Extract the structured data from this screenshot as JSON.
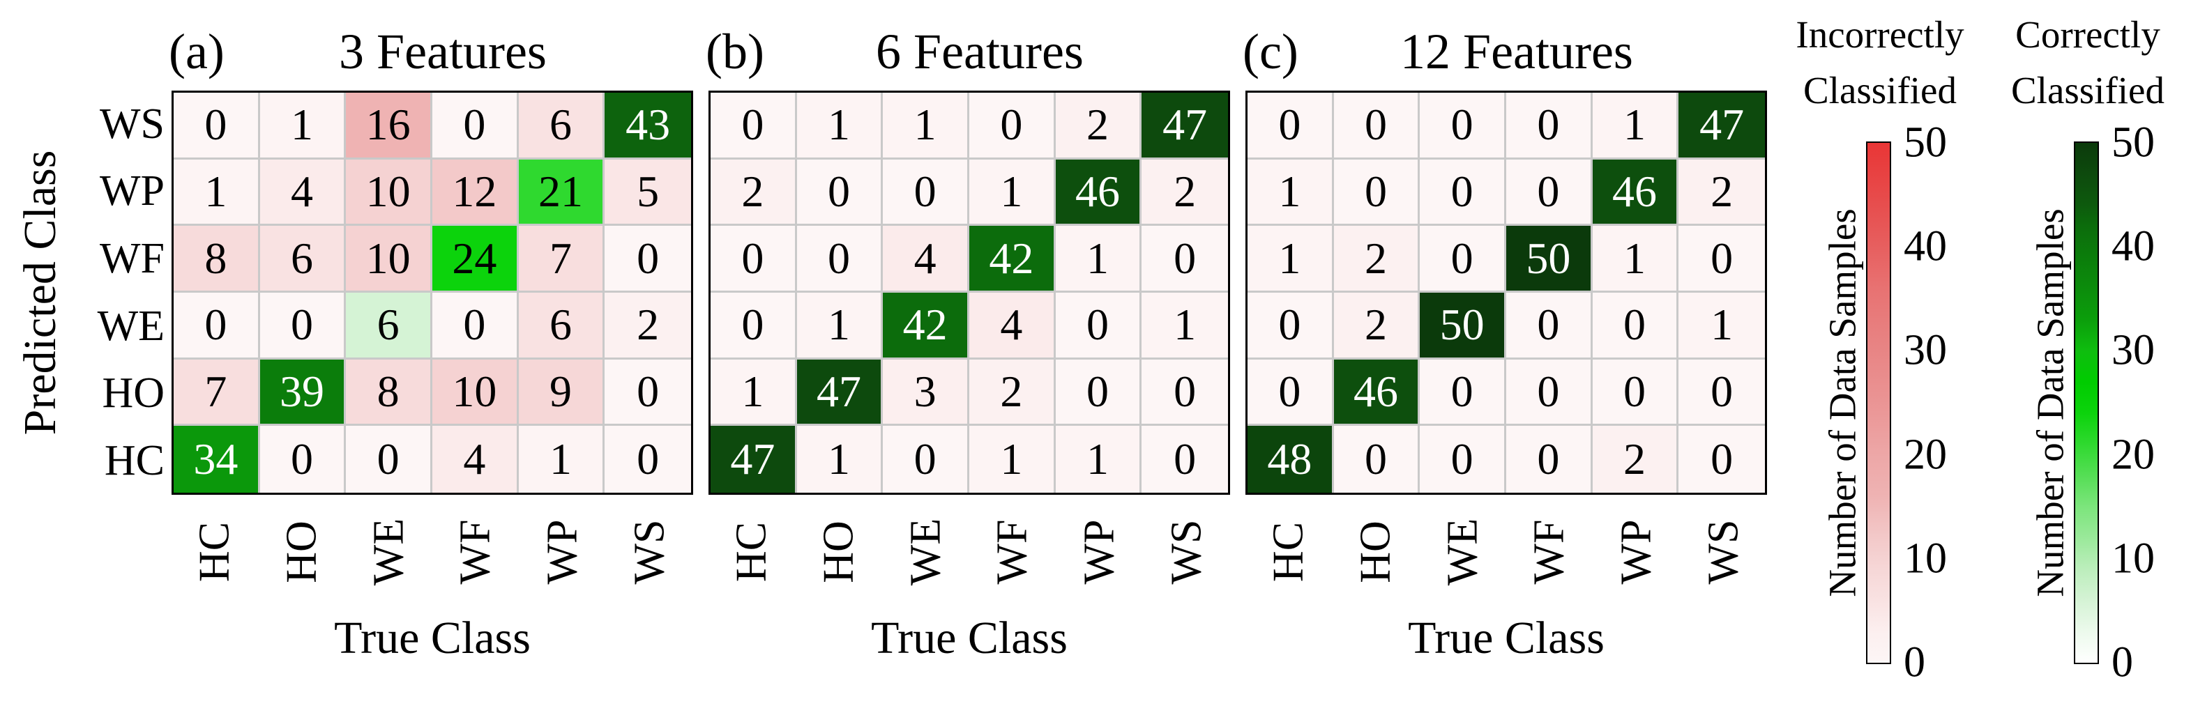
{
  "figure": {
    "y_axis_label": "Predicted Class",
    "x_axis_label": "True Class",
    "row_labels": [
      "WS",
      "WP",
      "WF",
      "WE",
      "HO",
      "HC"
    ],
    "col_labels": [
      "HC",
      "HO",
      "WE",
      "WF",
      "WP",
      "WS"
    ],
    "panels": [
      {
        "tag": "(a)",
        "title": "3 Features",
        "rows": [
          [
            0,
            1,
            16,
            0,
            6,
            43
          ],
          [
            1,
            4,
            10,
            12,
            21,
            5
          ],
          [
            8,
            6,
            10,
            24,
            7,
            0
          ],
          [
            0,
            0,
            6,
            0,
            6,
            2
          ],
          [
            7,
            39,
            8,
            10,
            9,
            0
          ],
          [
            34,
            0,
            0,
            4,
            1,
            0
          ]
        ]
      },
      {
        "tag": "(b)",
        "title": "6 Features",
        "rows": [
          [
            0,
            1,
            1,
            0,
            2,
            47
          ],
          [
            2,
            0,
            0,
            1,
            46,
            2
          ],
          [
            0,
            0,
            4,
            42,
            1,
            0
          ],
          [
            0,
            1,
            42,
            4,
            0,
            1
          ],
          [
            1,
            47,
            3,
            2,
            0,
            0
          ],
          [
            47,
            1,
            0,
            1,
            1,
            0
          ]
        ]
      },
      {
        "tag": "(c)",
        "title": "12 Features",
        "rows": [
          [
            0,
            0,
            0,
            0,
            1,
            47
          ],
          [
            1,
            0,
            0,
            0,
            46,
            2
          ],
          [
            1,
            2,
            0,
            50,
            1,
            0
          ],
          [
            0,
            2,
            50,
            0,
            0,
            1
          ],
          [
            0,
            46,
            0,
            0,
            0,
            0
          ],
          [
            48,
            0,
            0,
            0,
            2,
            0
          ]
        ]
      }
    ],
    "colorbars": [
      {
        "id": "incorrect",
        "title_lines": [
          "Incorrectly",
          "Classified"
        ],
        "axis_label": "Number of Data Samples",
        "ticks": [
          50,
          40,
          30,
          20,
          10,
          0
        ],
        "min": 0,
        "max": 50,
        "colormap": "red"
      },
      {
        "id": "correct",
        "title_lines": [
          "Correctly",
          "Classified"
        ],
        "axis_label": "Number of Data Samples",
        "ticks": [
          50,
          40,
          30,
          20,
          10,
          0
        ],
        "min": 0,
        "max": 50,
        "colormap": "green"
      }
    ]
  },
  "colors": {
    "grid_line": "#c9c9c9",
    "matrix_border": "#000000",
    "white_text_min_value": 34,
    "red_stops": [
      [
        0,
        "#fdf6f6"
      ],
      [
        3,
        "#fcefef"
      ],
      [
        6,
        "#f9e2e2"
      ],
      [
        9,
        "#f6d7d7"
      ],
      [
        12,
        "#f3c9c9"
      ],
      [
        16,
        "#efb3b3"
      ],
      [
        20,
        "#eda7a7"
      ],
      [
        24,
        "#eb9898"
      ],
      [
        28,
        "#e98b8b"
      ],
      [
        32,
        "#e87f7f"
      ],
      [
        36,
        "#e87272"
      ],
      [
        40,
        "#e75f5f"
      ],
      [
        44,
        "#e74e4e"
      ],
      [
        47,
        "#e84242"
      ],
      [
        50,
        "#e93636"
      ]
    ],
    "green_stops": [
      [
        0,
        "#ffffff"
      ],
      [
        3,
        "#ecfaec"
      ],
      [
        6,
        "#d5f3d5"
      ],
      [
        9,
        "#bceebc"
      ],
      [
        12,
        "#9ae99a"
      ],
      [
        15,
        "#7ce57c"
      ],
      [
        18,
        "#55de55"
      ],
      [
        21,
        "#2fd92f"
      ],
      [
        24,
        "#0cd30c"
      ],
      [
        27,
        "#00cc00"
      ],
      [
        30,
        "#0fbd0f"
      ],
      [
        33,
        "#0b9e0b"
      ],
      [
        36,
        "#0c8c0c"
      ],
      [
        39,
        "#0b7d0b"
      ],
      [
        42,
        "#0c6c0c"
      ],
      [
        44,
        "#0d5a0d"
      ],
      [
        47,
        "#0d4a0d"
      ],
      [
        50,
        "#0b3a0b"
      ]
    ]
  },
  "chart_data": [
    {
      "type": "heatmap",
      "panel": "(a)",
      "title": "3 Features",
      "xlabel": "True Class",
      "ylabel": "Predicted Class",
      "x": [
        "HC",
        "HO",
        "WE",
        "WF",
        "WP",
        "WS"
      ],
      "y": [
        "WS",
        "WP",
        "WF",
        "WE",
        "HO",
        "HC"
      ],
      "values": [
        [
          0,
          1,
          16,
          0,
          6,
          43
        ],
        [
          1,
          4,
          10,
          12,
          21,
          5
        ],
        [
          8,
          6,
          10,
          24,
          7,
          0
        ],
        [
          0,
          0,
          6,
          0,
          6,
          2
        ],
        [
          7,
          39,
          8,
          10,
          9,
          0
        ],
        [
          34,
          0,
          0,
          4,
          1,
          0
        ]
      ],
      "zlim": [
        0,
        50
      ],
      "note": "diagonal (correct) cells use green scale, off-diagonal (incorrect) use red scale"
    },
    {
      "type": "heatmap",
      "panel": "(b)",
      "title": "6 Features",
      "xlabel": "True Class",
      "ylabel": "Predicted Class",
      "x": [
        "HC",
        "HO",
        "WE",
        "WF",
        "WP",
        "WS"
      ],
      "y": [
        "WS",
        "WP",
        "WF",
        "WE",
        "HO",
        "HC"
      ],
      "values": [
        [
          0,
          1,
          1,
          0,
          2,
          47
        ],
        [
          2,
          0,
          0,
          1,
          46,
          2
        ],
        [
          0,
          0,
          4,
          42,
          1,
          0
        ],
        [
          0,
          1,
          42,
          4,
          0,
          1
        ],
        [
          1,
          47,
          3,
          2,
          0,
          0
        ],
        [
          47,
          1,
          0,
          1,
          1,
          0
        ]
      ],
      "zlim": [
        0,
        50
      ],
      "note": "diagonal (correct) cells use green scale, off-diagonal (incorrect) use red scale"
    },
    {
      "type": "heatmap",
      "panel": "(c)",
      "title": "12 Features",
      "xlabel": "True Class",
      "ylabel": "Predicted Class",
      "x": [
        "HC",
        "HO",
        "WE",
        "WF",
        "WP",
        "WS"
      ],
      "y": [
        "WS",
        "WP",
        "WF",
        "WE",
        "HO",
        "HC"
      ],
      "values": [
        [
          0,
          0,
          0,
          0,
          1,
          47
        ],
        [
          1,
          0,
          0,
          0,
          46,
          2
        ],
        [
          1,
          2,
          0,
          50,
          1,
          0
        ],
        [
          0,
          2,
          50,
          0,
          0,
          1
        ],
        [
          0,
          46,
          0,
          0,
          0,
          0
        ],
        [
          48,
          0,
          0,
          0,
          2,
          0
        ]
      ],
      "zlim": [
        0,
        50
      ],
      "note": "diagonal (correct) cells use green scale, off-diagonal (incorrect) use red scale"
    },
    {
      "type": "colorbar",
      "title": "Incorrectly Classified",
      "axis_label": "Number of Data Samples",
      "range": [
        0,
        50
      ],
      "ticks": [
        0,
        10,
        20,
        30,
        40,
        50
      ],
      "orientation": "vertical",
      "scale": "white-to-red"
    },
    {
      "type": "colorbar",
      "title": "Correctly Classified",
      "axis_label": "Number of Data Samples",
      "range": [
        0,
        50
      ],
      "ticks": [
        0,
        10,
        20,
        30,
        40,
        50
      ],
      "orientation": "vertical",
      "scale": "white-to-dark-green"
    }
  ]
}
